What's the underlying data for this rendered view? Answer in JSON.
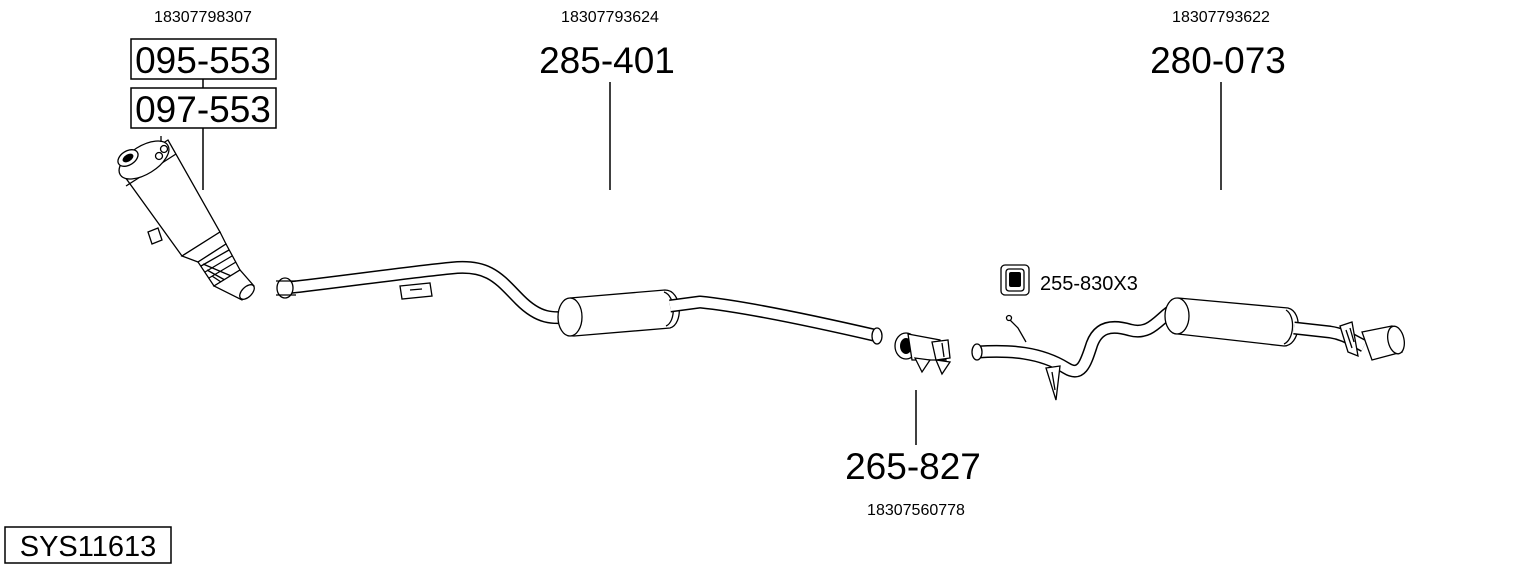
{
  "system_code": "SYS11613",
  "parts": {
    "catalytic_converter": {
      "oe_number": "18307798307",
      "part_numbers": [
        "095-553",
        "097-553"
      ]
    },
    "middle_silencer": {
      "oe_number": "18307793624",
      "part_number": "285-401"
    },
    "rear_silencer": {
      "oe_number": "18307793622",
      "part_number": "280-073"
    },
    "pipe_connector": {
      "oe_number": "18307560778",
      "part_number": "265-827"
    },
    "rubber_mount": {
      "label": "255-830X3"
    }
  }
}
